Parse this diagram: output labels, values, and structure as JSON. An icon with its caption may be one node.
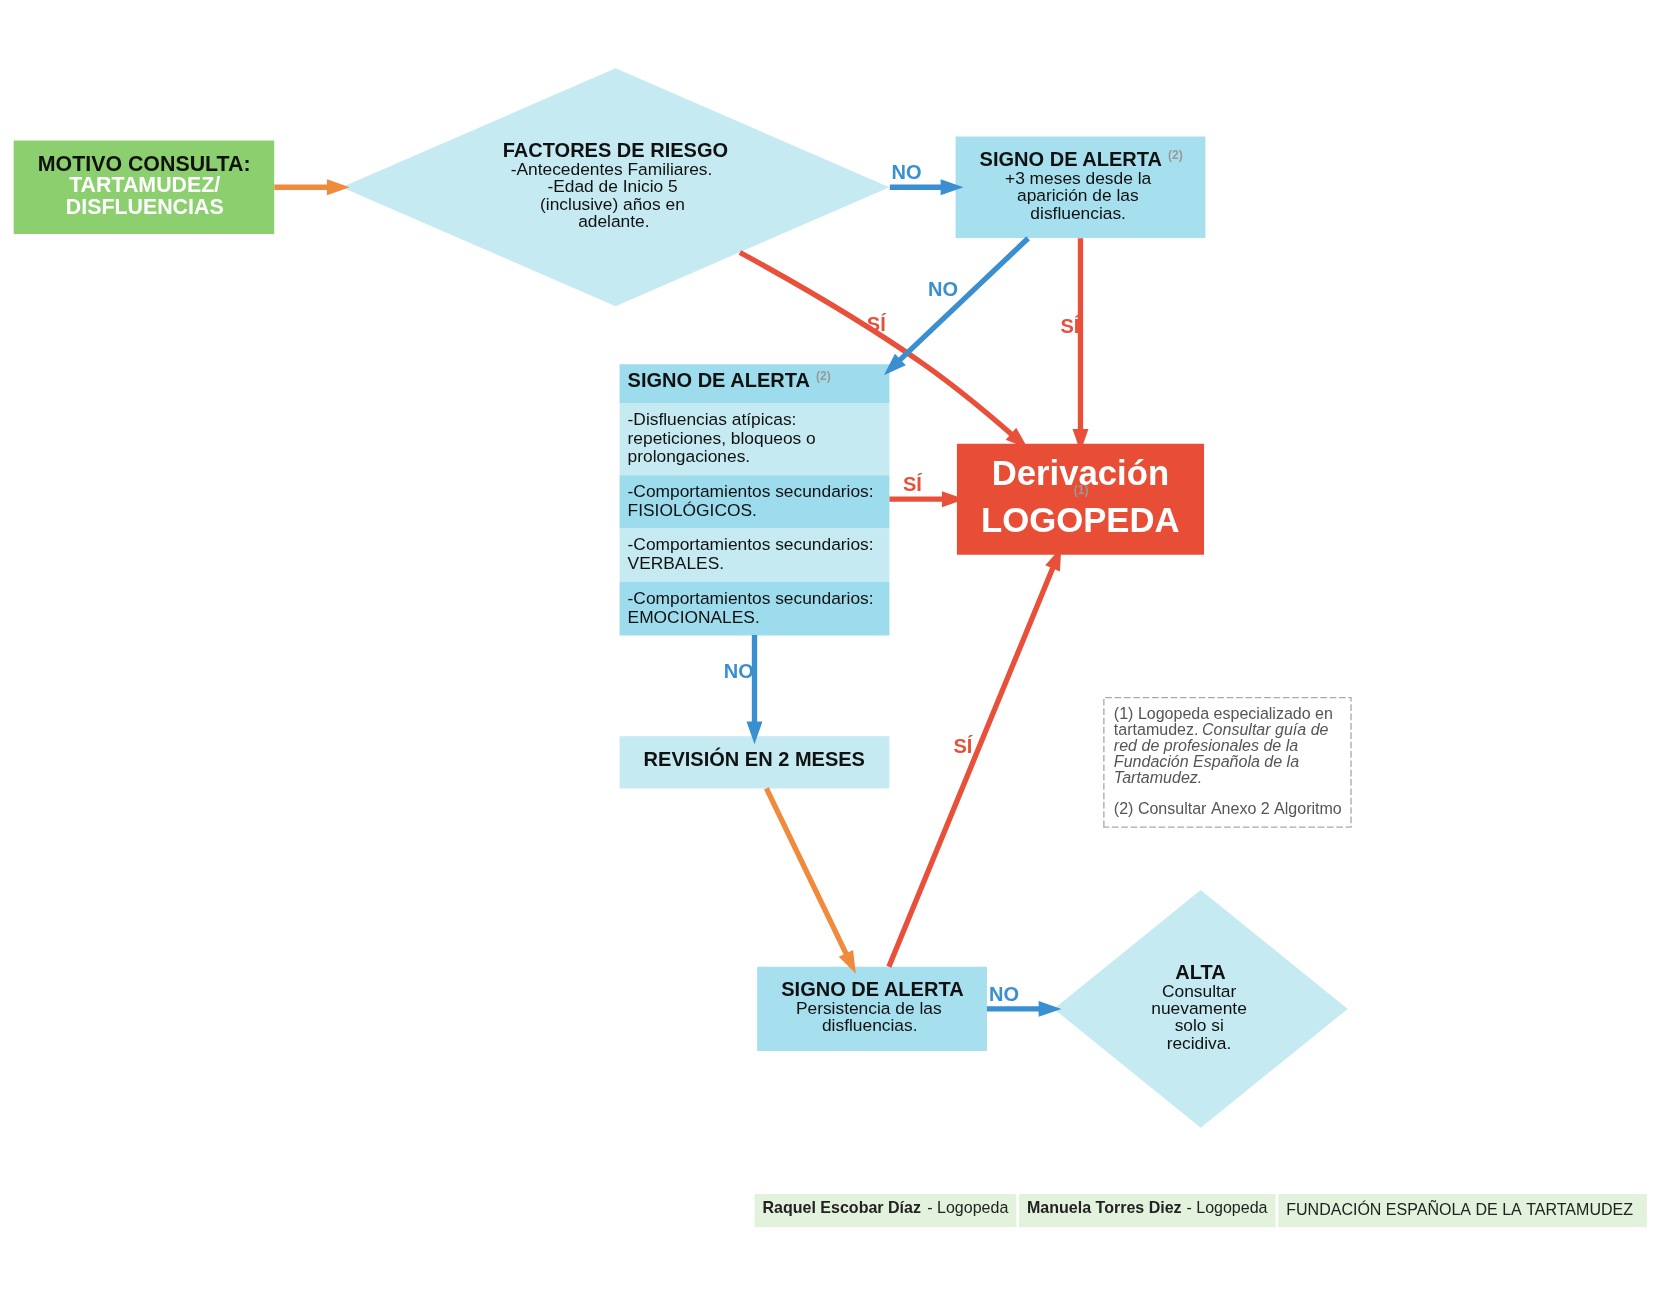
{
  "diagram": {
    "nodes": [
      {
        "text": [
          "MOTIVO CONSULTA:",
          "TARTAMUDEZ/ DISFLUENCIAS"
        ]
      },
      {
        "text": [
          "FACTORES DE RIESGO",
          "-Antecedentes Familiares.",
          "-Edad de Inicio 5 (inclusive) años en adelante."
        ]
      },
      {
        "text": [
          "SIGNO DE ALERTA $^{(2)}$",
          "+3 meses desde la aparición de las disfluencias."
        ]
      },
      {
        "text": [
          "Derivación $^{(1)}$ LOGOPEDA"
        ]
      },
      {
        "text": [
          "SIGNO DE ALERTA $^{(2)}$",
          "-Disfluencias atípicas: repeticiones, bloqueos o prolongaciones.",
          "-Comportamientos secundarios: FISIOLÓGICOS.",
          "-Comportamientos secundarios: VERBALES.",
          "-Comportamientos secundarios: EMOCIONALES."
        ]
      },
      {
        "text": [
          "REVISIÓN EN 2 MESES"
        ]
      },
      {
        "text": [
          "SIGNO DE ALERTA",
          "Persistencia de las disfluencias."
        ]
      },
      {
        "text": [
          "ALTA",
          "Consultar nuevamente solo si recidiva."
        ]
      }
    ],
    "edges": [
      {
        "from": 0,
        "to": 1,
        "arrow": "to",
        "color": "#f08a3c"
      },
      {
        "from": 1,
        "to": 2,
        "arrow": "to",
        "label": "NO",
        "color": "#3a8fd0"
      },
      {
        "from": 2,
        "to": 3,
        "arrow": "to",
        "label": "SÍ",
        "color": "#e8503a"
      },
      {
        "from": 1,
        "to": 3,
        "arrow": "to",
        "label": "SÍ",
        "color": "#e8503a"
      },
      {
        "from": 2,
        "to": 4,
        "arrow": "to",
        "label": "NO",
        "color": "#3a8fd0"
      },
      {
        "from": 4,
        "to": 3,
        "arrow": "to",
        "label": "SÍ",
        "color": "#e8503a"
      },
      {
        "from": 4,
        "to": 5,
        "arrow": "to",
        "label": "NO",
        "color": "#3a8fd0"
      },
      {
        "from": 5,
        "to": 6,
        "arrow": "to",
        "color": "#f08a3c"
      },
      {
        "from": 6,
        "to": 7,
        "arrow": "to",
        "label": "NO",
        "color": "#3a8fd0"
      },
      {
        "from": 6,
        "to": 3,
        "arrow": "to",
        "label": "SÍ",
        "color": "#e8503a"
      }
    ],
    "labels": [
      "(1) Logopeda especializado en tartamudez. *Consultar guía de red de profesionales de la Fundación Española de la Tartamudez.*",
      "(2) Consultar Anexo 2 Algoritmo",
      "**Raquel Escobar Díaz** - Logopeda",
      "**Manuela Torres Diez** - Logopeda",
      "FUNDACIÓN ESPAÑOLA DE LA TARTAMUDEZ"
    ]
  }
}
